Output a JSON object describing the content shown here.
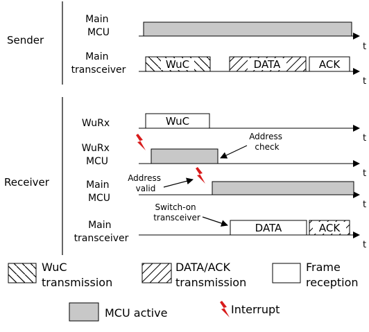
{
  "diagram": {
    "groups": {
      "sender": "Sender",
      "receiver": "Receiver"
    },
    "row_labels": {
      "sender_mcu": [
        "Main",
        "MCU"
      ],
      "sender_transceiver": [
        "Main",
        "transceiver"
      ],
      "wurx": [
        "WuRx"
      ],
      "wurx_mcu": [
        "WuRx",
        "MCU"
      ],
      "recv_mcu": [
        "Main",
        "MCU"
      ],
      "recv_transceiver": [
        "Main",
        "transceiver"
      ]
    },
    "time_label": "t",
    "boxes": {
      "wuc_tx": "WuC",
      "data_tx": "DATA",
      "ack_rx_sender": "ACK",
      "wuc_rx": "WuC",
      "data_rx": "DATA",
      "ack_tx_receiver": "ACK"
    },
    "annotations": {
      "address_check": [
        "Address",
        "check"
      ],
      "address_valid": [
        "Address",
        "valid"
      ],
      "switch_on": [
        "Switch-on",
        "transceiver"
      ]
    }
  },
  "legend": {
    "wuc_transmission": [
      "WuC",
      "transmission"
    ],
    "data_ack_transmission": [
      "DATA/ACK",
      "transmission"
    ],
    "frame_reception": [
      "Frame",
      "reception"
    ],
    "mcu_active": "MCU active",
    "interrupt": "Interrupt"
  },
  "colors": {
    "mcu_active": "#c8c8c8",
    "interrupt": "#d81b1b",
    "line": "#000000"
  }
}
